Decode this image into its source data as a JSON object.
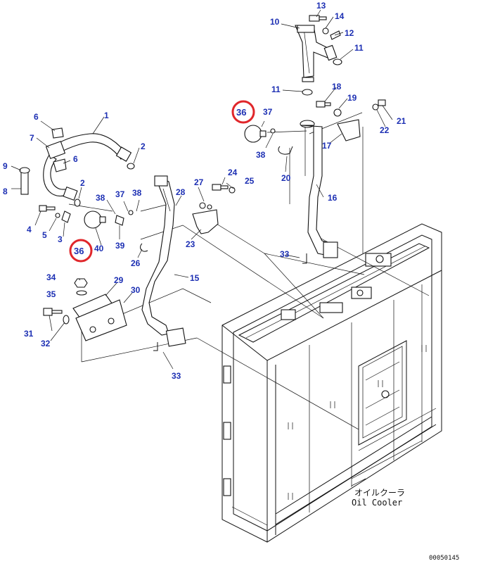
{
  "callouts": {
    "n1": "1",
    "n2": "2",
    "n2b": "2",
    "n3": "3",
    "n4": "4",
    "n5": "5",
    "n6": "6",
    "n6b": "6",
    "n7": "7",
    "n8": "8",
    "n9": "9",
    "n10": "10",
    "n11": "11",
    "n11b": "11",
    "n12": "12",
    "n13": "13",
    "n14": "14",
    "n15": "15",
    "n16": "16",
    "n17": "17",
    "n18": "18",
    "n19": "19",
    "n20": "20",
    "n21": "21",
    "n22": "22",
    "n23": "23",
    "n24": "24",
    "n25": "25",
    "n26": "26",
    "n27": "27",
    "n28": "28",
    "n29": "29",
    "n30": "30",
    "n31": "31",
    "n32": "32",
    "n33": "33",
    "n33b": "33",
    "n34": "34",
    "n35": "35",
    "n36": "36",
    "n36b": "36",
    "n37": "37",
    "n37b": "37",
    "n38": "38",
    "n38b": "38",
    "n38c": "38",
    "n39": "39",
    "n40": "40"
  },
  "highlight_color": "#e0262a",
  "callout_color": "#1c2fb3",
  "component_label_jp": "オイルクーラ",
  "component_label_en": "Oil Cooler",
  "drawing_number": "00050145"
}
